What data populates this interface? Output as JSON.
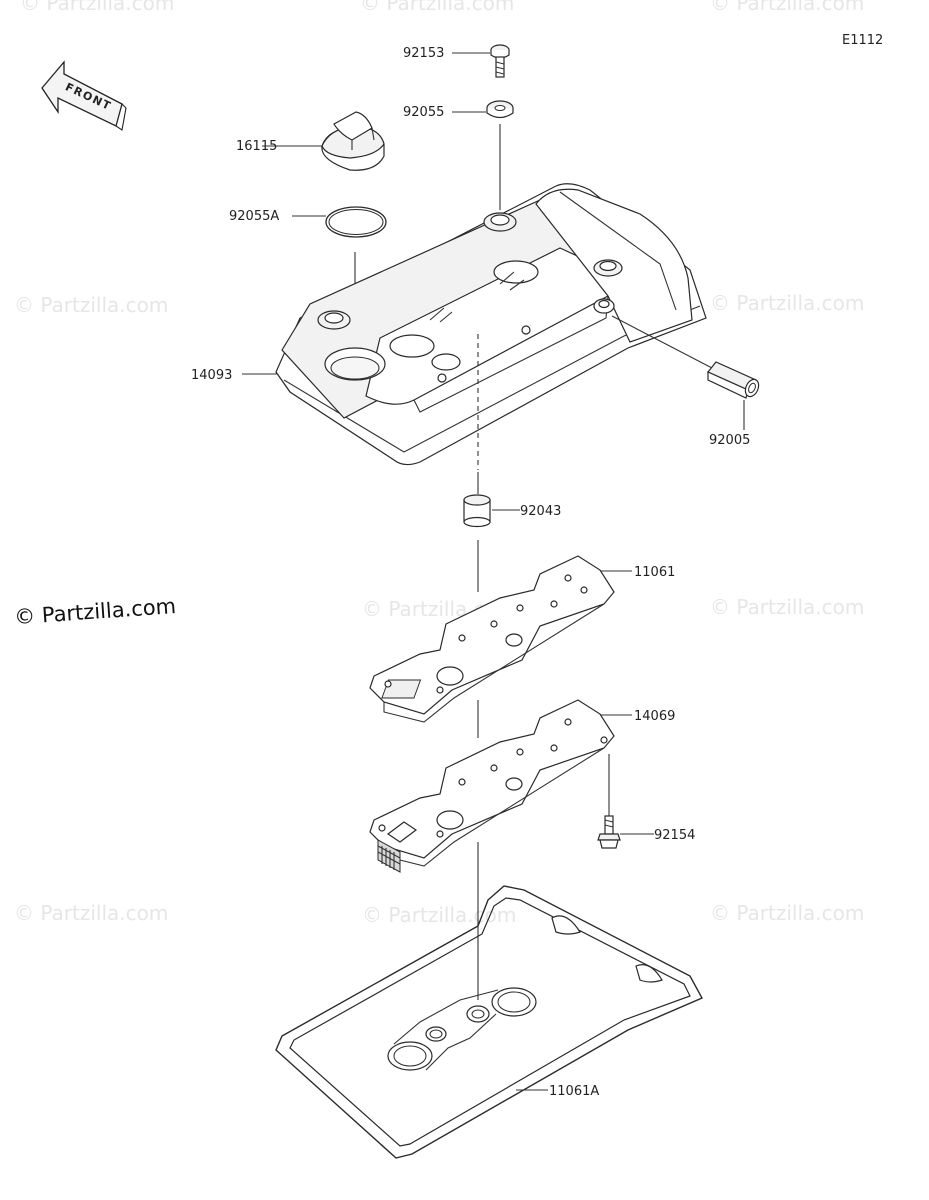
{
  "diagram_code": "E1112",
  "front_label": "FRONT",
  "watermark_main": "© Partzilla.com",
  "watermark": "© Partzilla.com",
  "parts": {
    "p92153": "92153",
    "p92055": "92055",
    "p16115": "16115",
    "p92055A": "92055A",
    "p14093": "14093",
    "p92005": "92005",
    "p92043": "92043",
    "p11061": "11061",
    "p14069": "14069",
    "p92154": "92154",
    "p11061A": "11061A"
  }
}
